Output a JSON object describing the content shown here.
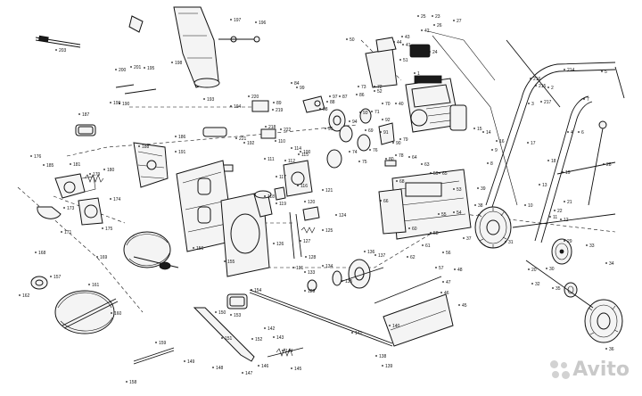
{
  "diagram": {
    "labels": [
      {
        "id": "p203",
        "text": "203"
      },
      {
        "id": "p198",
        "text": "198"
      },
      {
        "id": "p197",
        "text": "197"
      },
      {
        "id": "p196",
        "text": "196"
      },
      {
        "id": "p200",
        "text": "200"
      },
      {
        "id": "p201",
        "text": "201"
      },
      {
        "id": "p199",
        "text": "199"
      },
      {
        "id": "p190",
        "text": "190"
      },
      {
        "id": "p195",
        "text": "195"
      },
      {
        "id": "p193",
        "text": "193"
      },
      {
        "id": "p194",
        "text": "194"
      },
      {
        "id": "p220",
        "text": "220"
      },
      {
        "id": "p219",
        "text": "219"
      },
      {
        "id": "p218",
        "text": "218"
      },
      {
        "id": "p221",
        "text": "221"
      },
      {
        "id": "p222",
        "text": "222"
      },
      {
        "id": "p192",
        "text": "192"
      },
      {
        "id": "p191",
        "text": "191"
      },
      {
        "id": "p187",
        "text": "187"
      },
      {
        "id": "p186",
        "text": "186"
      },
      {
        "id": "p188",
        "text": "188"
      },
      {
        "id": "p176",
        "text": "176"
      },
      {
        "id": "p185",
        "text": "185"
      },
      {
        "id": "p181",
        "text": "181"
      },
      {
        "id": "p180",
        "text": "180"
      },
      {
        "id": "p179",
        "text": "179"
      },
      {
        "id": "p174",
        "text": "174"
      },
      {
        "id": "p173",
        "text": "173"
      },
      {
        "id": "p175",
        "text": "175"
      },
      {
        "id": "p171",
        "text": "171"
      },
      {
        "id": "p169",
        "text": "169"
      },
      {
        "id": "p168",
        "text": "168"
      },
      {
        "id": "p162",
        "text": "162"
      },
      {
        "id": "p160",
        "text": "160"
      },
      {
        "id": "p161",
        "text": "161"
      },
      {
        "id": "p159",
        "text": "159"
      },
      {
        "id": "p158",
        "text": "158"
      },
      {
        "id": "p157",
        "text": "157"
      },
      {
        "id": "p155",
        "text": "155"
      },
      {
        "id": "p156",
        "text": "156"
      },
      {
        "id": "p154",
        "text": "154"
      },
      {
        "id": "p153",
        "text": "153"
      },
      {
        "id": "p152",
        "text": "152"
      },
      {
        "id": "p151",
        "text": "151"
      },
      {
        "id": "p150",
        "text": "150"
      },
      {
        "id": "p149",
        "text": "149"
      },
      {
        "id": "p148",
        "text": "148"
      },
      {
        "id": "p147",
        "text": "147"
      },
      {
        "id": "p146",
        "text": "146"
      },
      {
        "id": "p145",
        "text": "145"
      },
      {
        "id": "p144",
        "text": "144"
      },
      {
        "id": "p143",
        "text": "143"
      },
      {
        "id": "p142",
        "text": "142"
      },
      {
        "id": "p141",
        "text": "141"
      },
      {
        "id": "p140",
        "text": "140"
      },
      {
        "id": "p139",
        "text": "139"
      },
      {
        "id": "p138",
        "text": "138"
      },
      {
        "id": "p137",
        "text": "137"
      },
      {
        "id": "p136",
        "text": "136"
      },
      {
        "id": "p135",
        "text": "135"
      },
      {
        "id": "p134",
        "text": "134"
      },
      {
        "id": "p133",
        "text": "133"
      },
      {
        "id": "p131",
        "text": "131"
      },
      {
        "id": "p129",
        "text": "129"
      },
      {
        "id": "p128",
        "text": "128"
      },
      {
        "id": "p127",
        "text": "127"
      },
      {
        "id": "p126",
        "text": "126"
      },
      {
        "id": "p125",
        "text": "125"
      },
      {
        "id": "p124",
        "text": "124"
      },
      {
        "id": "p121",
        "text": "121"
      },
      {
        "id": "p120",
        "text": "120"
      },
      {
        "id": "p119",
        "text": "119"
      },
      {
        "id": "p118",
        "text": "118"
      },
      {
        "id": "p117",
        "text": "117"
      },
      {
        "id": "p116",
        "text": "116"
      },
      {
        "id": "p115",
        "text": "115"
      },
      {
        "id": "p114",
        "text": "114"
      },
      {
        "id": "p112",
        "text": "112"
      },
      {
        "id": "p111",
        "text": "111"
      },
      {
        "id": "p110",
        "text": "110"
      },
      {
        "id": "p100",
        "text": "100"
      },
      {
        "id": "p99",
        "text": "99"
      },
      {
        "id": "p98",
        "text": "98"
      },
      {
        "id": "p97",
        "text": "97"
      },
      {
        "id": "p95",
        "text": "95"
      },
      {
        "id": "p94",
        "text": "94"
      },
      {
        "id": "p93",
        "text": "93"
      },
      {
        "id": "p92",
        "text": "92"
      },
      {
        "id": "p91",
        "text": "91"
      },
      {
        "id": "p90",
        "text": "90"
      },
      {
        "id": "p89",
        "text": "89"
      },
      {
        "id": "p88",
        "text": "88"
      },
      {
        "id": "p87",
        "text": "87"
      },
      {
        "id": "p86",
        "text": "86"
      },
      {
        "id": "p84",
        "text": "84"
      },
      {
        "id": "p80",
        "text": "80"
      },
      {
        "id": "p79",
        "text": "79"
      },
      {
        "id": "p78",
        "text": "78"
      },
      {
        "id": "p76",
        "text": "76"
      },
      {
        "id": "p75",
        "text": "75"
      },
      {
        "id": "p74",
        "text": "74"
      },
      {
        "id": "p73",
        "text": "73"
      },
      {
        "id": "p72",
        "text": "72"
      },
      {
        "id": "p71",
        "text": "71"
      },
      {
        "id": "p70",
        "text": "70"
      },
      {
        "id": "p69",
        "text": "69"
      },
      {
        "id": "p68",
        "text": "68"
      },
      {
        "id": "p66",
        "text": "66"
      },
      {
        "id": "p65",
        "text": "65"
      },
      {
        "id": "p64",
        "text": "64"
      },
      {
        "id": "p63",
        "text": "63"
      },
      {
        "id": "p62",
        "text": "62"
      },
      {
        "id": "p61",
        "text": "61"
      },
      {
        "id": "p60",
        "text": "60"
      },
      {
        "id": "p59",
        "text": "59"
      },
      {
        "id": "p58",
        "text": "58"
      },
      {
        "id": "p57",
        "text": "57"
      },
      {
        "id": "p56",
        "text": "56"
      },
      {
        "id": "p55",
        "text": "55"
      },
      {
        "id": "p54",
        "text": "54"
      },
      {
        "id": "p53",
        "text": "53"
      },
      {
        "id": "p52",
        "text": "52"
      },
      {
        "id": "p51",
        "text": "51"
      },
      {
        "id": "p50",
        "text": "50"
      },
      {
        "id": "p48",
        "text": "48"
      },
      {
        "id": "p47",
        "text": "47"
      },
      {
        "id": "p46",
        "text": "46"
      },
      {
        "id": "p45",
        "text": "45"
      },
      {
        "id": "p44",
        "text": "44"
      },
      {
        "id": "p43",
        "text": "43"
      },
      {
        "id": "p42",
        "text": "42"
      },
      {
        "id": "p41",
        "text": "41"
      },
      {
        "id": "p40",
        "text": "40"
      },
      {
        "id": "p39",
        "text": "39"
      },
      {
        "id": "p38",
        "text": "38"
      },
      {
        "id": "p37",
        "text": "37"
      },
      {
        "id": "p36",
        "text": "36"
      },
      {
        "id": "p35",
        "text": "35"
      },
      {
        "id": "p34",
        "text": "34"
      },
      {
        "id": "p33",
        "text": "33"
      },
      {
        "id": "p32",
        "text": "32"
      },
      {
        "id": "p31",
        "text": "31"
      },
      {
        "id": "p30",
        "text": "30"
      },
      {
        "id": "p29",
        "text": "29"
      },
      {
        "id": "p28",
        "text": "28"
      },
      {
        "id": "p27",
        "text": "27"
      },
      {
        "id": "p26",
        "text": "26"
      },
      {
        "id": "p25",
        "text": "25"
      },
      {
        "id": "p24",
        "text": "24"
      },
      {
        "id": "p23",
        "text": "23"
      },
      {
        "id": "p22",
        "text": "22"
      },
      {
        "id": "p21",
        "text": "21"
      },
      {
        "id": "p20",
        "text": "20"
      },
      {
        "id": "p19",
        "text": "19"
      },
      {
        "id": "p18",
        "text": "18"
      },
      {
        "id": "p17",
        "text": "17"
      },
      {
        "id": "p16",
        "text": "16"
      },
      {
        "id": "p15",
        "text": "15"
      },
      {
        "id": "p14",
        "text": "14"
      },
      {
        "id": "p13",
        "text": "13"
      },
      {
        "id": "p12",
        "text": "12"
      },
      {
        "id": "p11",
        "text": "11"
      },
      {
        "id": "p10",
        "text": "10"
      },
      {
        "id": "p9",
        "text": "9"
      },
      {
        "id": "p8",
        "text": "8"
      },
      {
        "id": "p7",
        "text": "7"
      },
      {
        "id": "p6",
        "text": "6"
      },
      {
        "id": "p5",
        "text": "5"
      },
      {
        "id": "p4",
        "text": "4"
      },
      {
        "id": "p3",
        "text": "3"
      },
      {
        "id": "p2",
        "text": "2"
      },
      {
        "id": "p1",
        "text": "1"
      },
      {
        "id": "p216",
        "text": "216"
      },
      {
        "id": "p215",
        "text": "215"
      },
      {
        "id": "p217",
        "text": "217"
      },
      {
        "id": "p214",
        "text": "214"
      }
    ]
  },
  "watermark": {
    "text": "Avito",
    "icon": "avito-dots-icon"
  }
}
